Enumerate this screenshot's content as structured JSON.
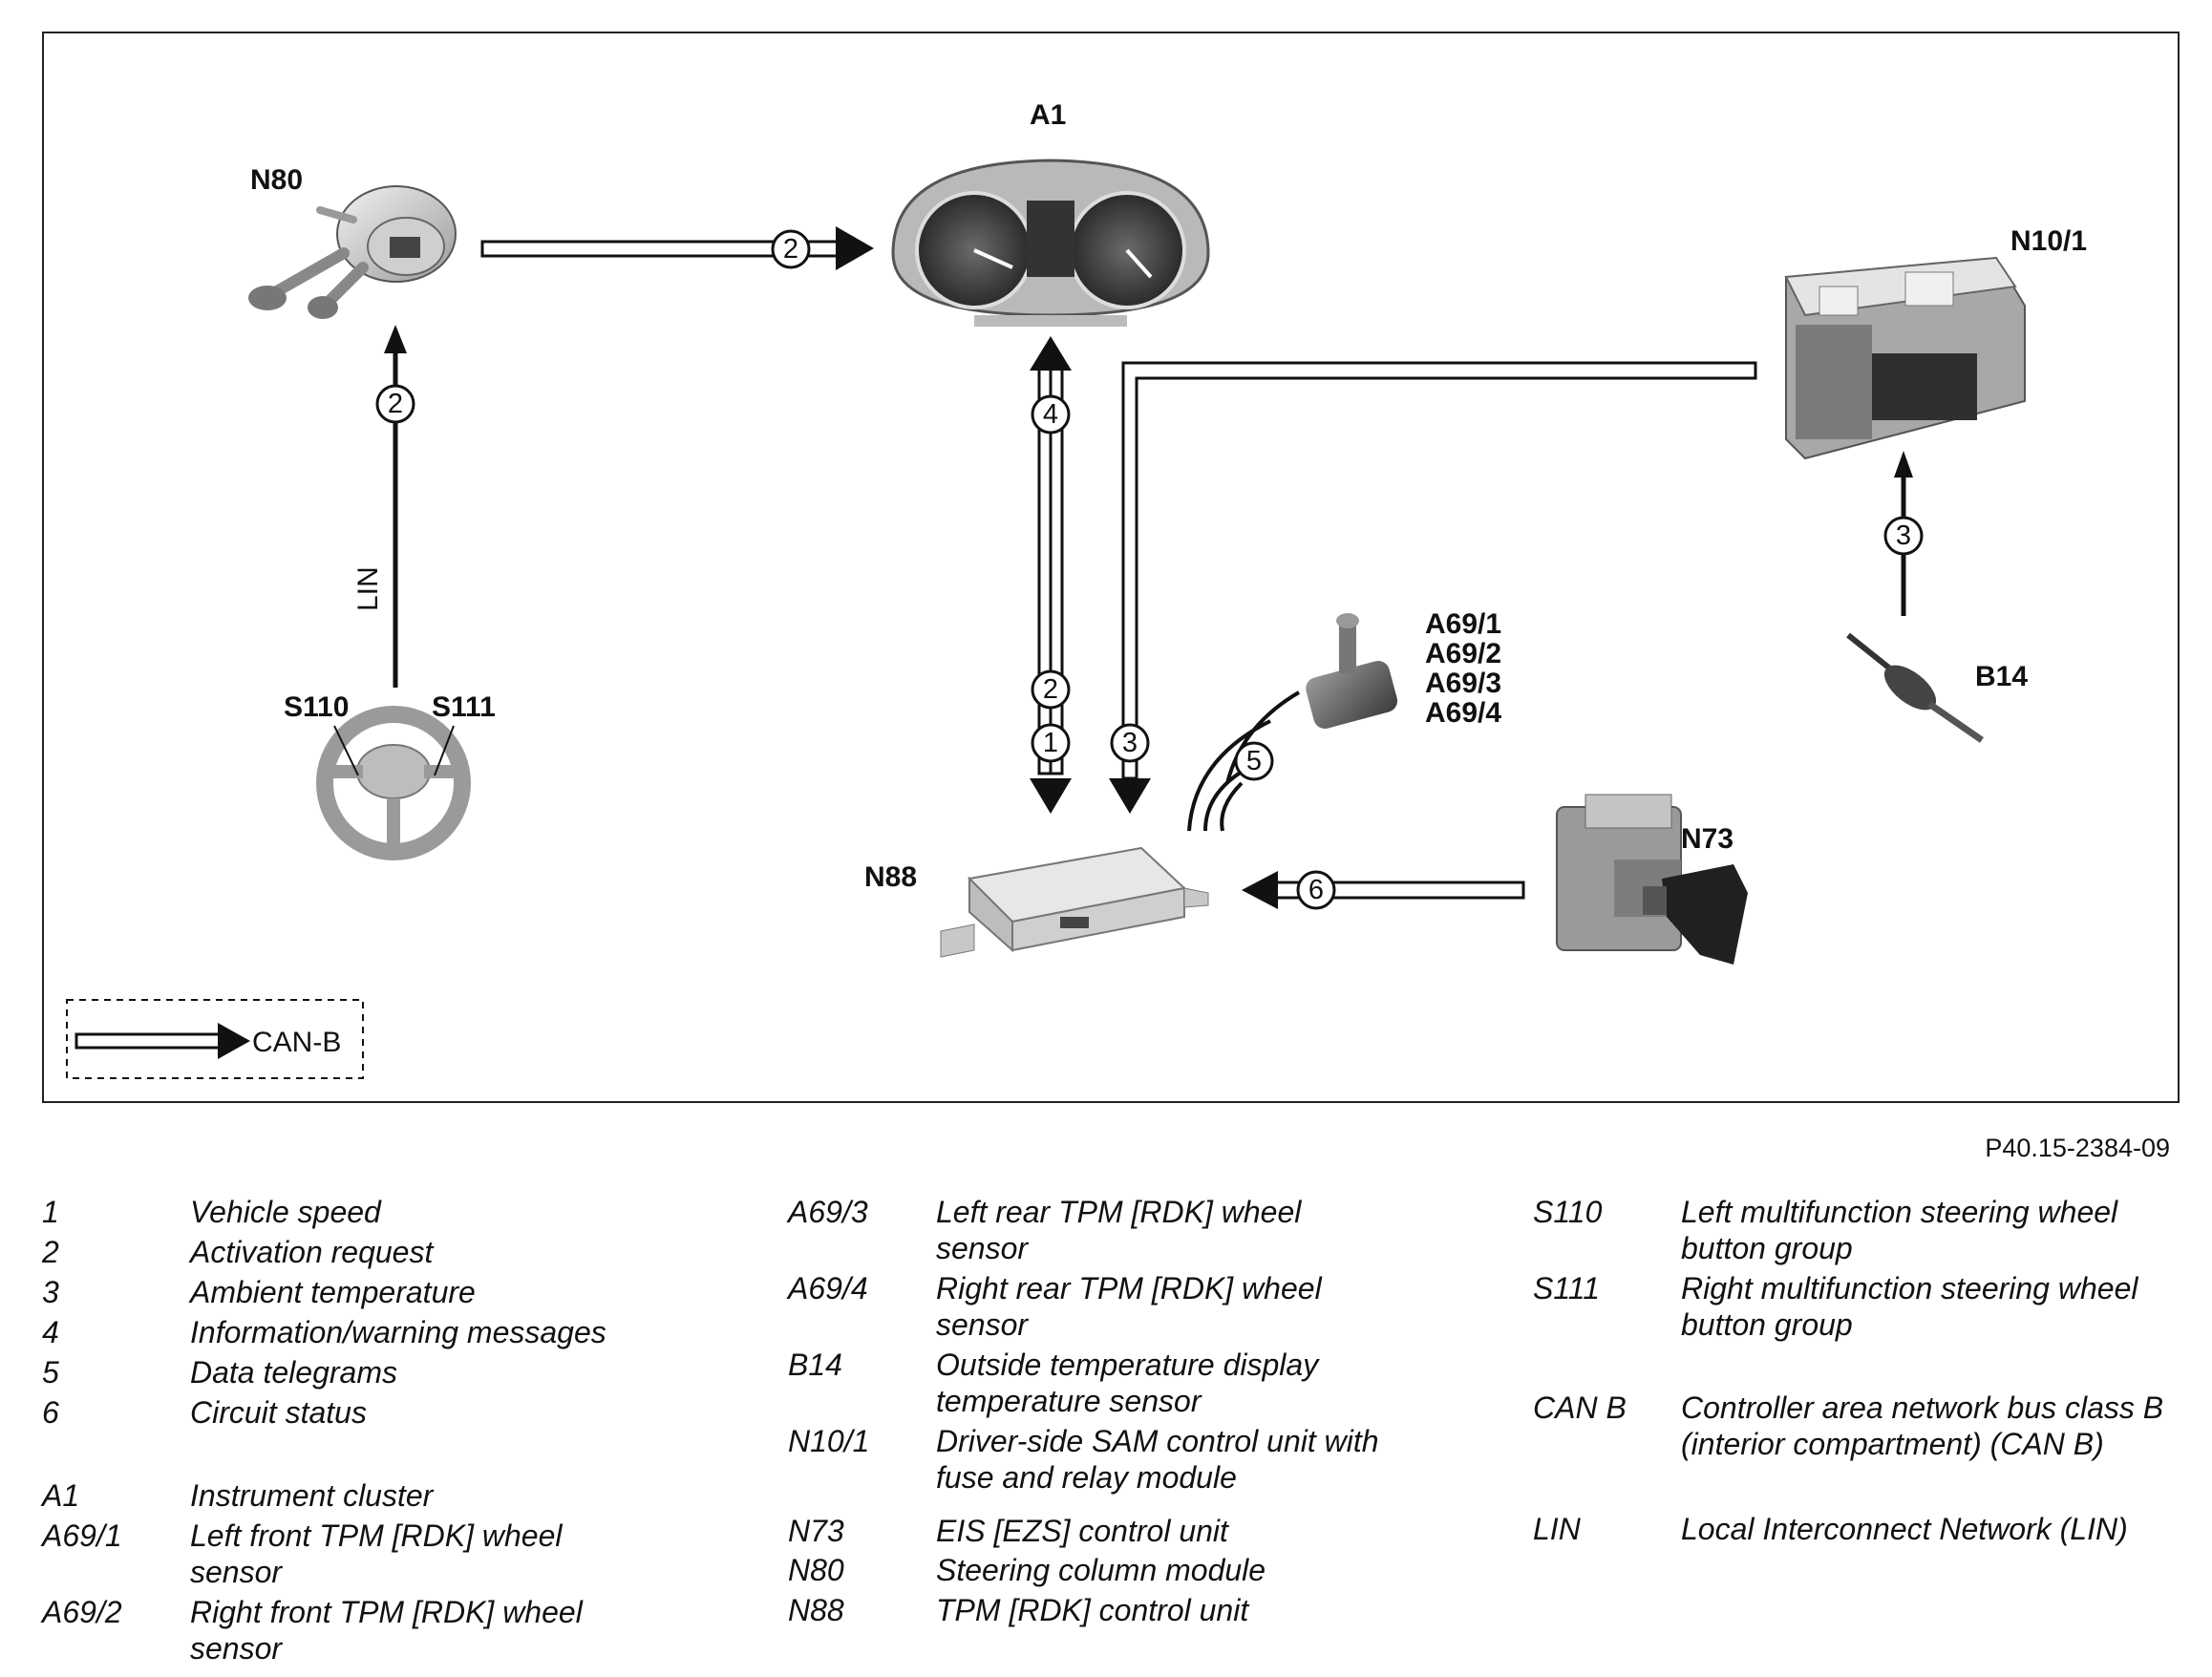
{
  "components": {
    "n80": "N80",
    "a1": "A1",
    "n10_1": "N10/1",
    "s110": "S110",
    "s111": "S111",
    "a69_1": "A69/1",
    "a69_2": "A69/2",
    "a69_3": "A69/3",
    "a69_4": "A69/4",
    "b14": "B14",
    "n73": "N73",
    "n88": "N88"
  },
  "bus_label_lin": "LIN",
  "signal_numbers": {
    "n80_to_a1": "2",
    "s110_to_n80": "2",
    "a1_n88_info": "4",
    "a1_n88_activation": "2",
    "a1_n88_speed": "1",
    "n10_to_n88": "3",
    "b14_to_n10": "3",
    "sensor_telegram": "5",
    "n73_to_n88": "6"
  },
  "diagram_legend": {
    "label": "CAN-B"
  },
  "figure_ref": "P40.15-2384-09",
  "legend": {
    "col1": [
      {
        "key": "1",
        "desc": [
          "Vehicle speed"
        ]
      },
      {
        "key": "2",
        "desc": [
          "Activation request"
        ]
      },
      {
        "key": "3",
        "desc": [
          "Ambient temperature"
        ]
      },
      {
        "key": "4",
        "desc": [
          "Information/warning messages"
        ]
      },
      {
        "key": "5",
        "desc": [
          "Data telegrams"
        ]
      },
      {
        "key": "6",
        "desc": [
          "Circuit status"
        ]
      },
      {
        "key": "A1",
        "desc": [
          "Instrument cluster"
        ]
      },
      {
        "key": "A69/1",
        "desc": [
          "Left front TPM [RDK] wheel",
          "sensor"
        ]
      },
      {
        "key": "A69/2",
        "desc": [
          "Right front TPM [RDK] wheel",
          "sensor"
        ]
      }
    ],
    "col2": [
      {
        "key": "A69/3",
        "desc": [
          "Left rear TPM [RDK] wheel",
          "sensor"
        ]
      },
      {
        "key": "A69/4",
        "desc": [
          "Right rear TPM [RDK] wheel",
          "sensor"
        ]
      },
      {
        "key": "B14",
        "desc": [
          "Outside temperature display",
          "temperature sensor"
        ]
      },
      {
        "key": "N10/1",
        "desc": [
          "Driver-side SAM control unit with",
          "fuse and relay module"
        ]
      },
      {
        "key": "N73",
        "desc": [
          "EIS [EZS] control unit"
        ]
      },
      {
        "key": "N80",
        "desc": [
          "Steering column module"
        ]
      },
      {
        "key": "N88",
        "desc": [
          "TPM [RDK] control unit"
        ]
      }
    ],
    "col3": [
      {
        "key": "S110",
        "desc": [
          "Left multifunction steering wheel",
          "button group"
        ]
      },
      {
        "key": "S111",
        "desc": [
          "Right multifunction steering wheel",
          "button group"
        ]
      },
      {
        "key": "CAN B",
        "desc": [
          "Controller area network bus class B",
          " (interior compartment) (CAN B)"
        ]
      },
      {
        "key": "LIN",
        "desc": [
          "Local Interconnect Network (LIN)"
        ]
      }
    ]
  }
}
